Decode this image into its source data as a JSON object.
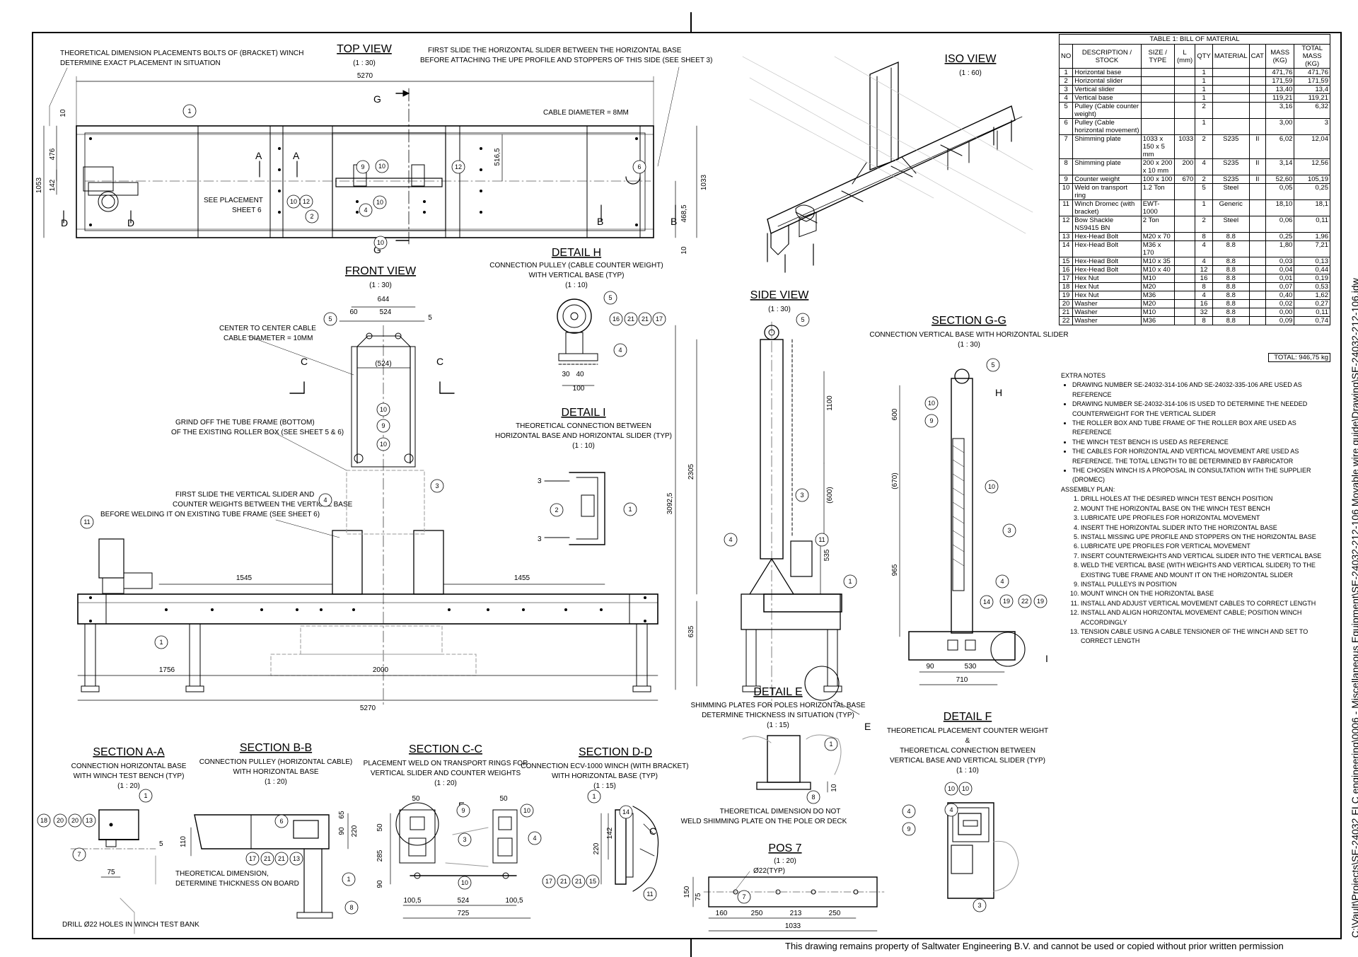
{
  "views": {
    "top": {
      "title": "TOP VIEW",
      "scale": "(1 : 30)"
    },
    "iso": {
      "title": "ISO VIEW",
      "scale": "(1 : 60)"
    },
    "front": {
      "title": "FRONT VIEW",
      "scale": "(1 : 30)"
    },
    "detail_h": {
      "title": "DETAIL H",
      "sub": "CONNECTION PULLEY (CABLE COUNTER WEIGHT)",
      "sub2": "WITH VERTICAL BASE (TYP)",
      "scale": "(1 : 10)"
    },
    "detail_i": {
      "title": "DETAIL I",
      "sub": "THEORETICAL CONNECTION BETWEEN",
      "sub2": "HORIZONTAL BASE AND HORIZONTAL SLIDER (TYP)",
      "scale": "(1 : 10)"
    },
    "side": {
      "title": "SIDE VIEW",
      "scale": "(1 : 30)"
    },
    "section_gg": {
      "title": "SECTION G-G",
      "sub": "CONNECTION VERTICAL BASE WITH HORIZONTAL SLIDER",
      "scale": "(1 : 30)"
    },
    "detail_e": {
      "title": "DETAIL E",
      "sub": "SHIMMING PLATES FOR POLES HORIZONTAL BASE",
      "sub2": "DETERMINE THICKNESS IN SITUATION (TYP)",
      "scale": "(1 : 15)"
    },
    "detail_f": {
      "title": "DETAIL F",
      "sub": "THEORETICAL PLACEMENT COUNTER WEIGHT",
      "sub2": "&",
      "sub3": "THEORETICAL CONNECTION BETWEEN",
      "sub4": "VERTICAL BASE AND VERTICAL SLIDER (TYP)",
      "scale": "(1 : 10)"
    },
    "section_aa": {
      "title": "SECTION A-A",
      "sub": "CONNECTION HORIZONTAL BASE",
      "sub2": "WITH WINCH TEST BENCH (TYP)",
      "scale": "(1 : 20)"
    },
    "section_bb": {
      "title": "SECTION B-B",
      "sub": "CONNECTION PULLEY (HORIZONTAL CABLE)",
      "sub2": "WITH HORIZONTAL BASE",
      "scale": "(1 : 20)"
    },
    "section_cc": {
      "title": "SECTION C-C",
      "sub": "PLACEMENT WELD ON TRANSPORT RINGS FOR",
      "sub2": "VERTICAL SLIDER AND COUNTER WEIGHTS",
      "scale": "(1 : 20)"
    },
    "section_dd": {
      "title": "SECTION D-D",
      "sub": "CONNECTION ECV-1000 WINCH (WITH BRACKET)",
      "sub2": "WITH HORIZONTAL BASE (TYP)",
      "scale": "(1 : 15)"
    },
    "pos7": {
      "title": "POS 7",
      "scale": "(1 : 20)"
    }
  },
  "annotations": {
    "top_note1": "THEORETICAL DIMENSION PLACEMENTS BOLTS OF (BRACKET) WINCH",
    "top_note2": "DETERMINE EXACT PLACEMENT IN SITUATION",
    "top_note3": "FIRST SLIDE THE HORIZONTAL SLIDER BETWEEN THE HORIZONTAL BASE",
    "top_note4": "BEFORE ATTACHING THE UPE PROFILE AND STOPPERS OF THIS SIDE (SEE SHEET 3)",
    "cable_8": "CABLE DIAMETER = 8MM",
    "see_placement": "SEE PLACEMENT",
    "sheet6": "SHEET 6",
    "center_cable": "CENTER TO CENTER CABLE",
    "cable_10": "CABLE DIAMETER = 10MM",
    "grind1": "GRIND OFF THE TUBE FRAME (BOTTOM)",
    "grind2": "OF THE EXISTING ROLLER BOX (SEE SHEET 5 & 6)",
    "first_vert1": "FIRST SLIDE THE VERTICAL SLIDER AND",
    "first_vert2": "COUNTER WEIGHTS BETWEEN THE VERTICAL BASE",
    "first_vert3": "BEFORE WELDING IT ON EXISTING TUBE FRAME (SEE SHEET 6)",
    "theo_dim1": "THEORETICAL DIMENSION DO NOT",
    "theo_dim2": "WELD SHIMMING PLATE ON THE POLE OR DECK",
    "theo_board1": "THEORETICAL DIMENSION,",
    "theo_board2": "DETERMINE THICKNESS ON BOARD",
    "drill": "DRILL Ø22 HOLES IN WINCH TEST BANK",
    "pos7_hole": "Ø22(TYP)"
  },
  "dims": {
    "d5270": "5270",
    "d476": "476",
    "d1053": "1053",
    "d142": "142",
    "d10": "10",
    "d516": "516,5",
    "d1033": "1033",
    "d468": "468,5",
    "d644": "644",
    "d60": "60",
    "d524": "524",
    "d524p": "(524)",
    "d5": "5",
    "d1545": "1545",
    "d1455": "1455",
    "d635": "635",
    "d1756": "1756",
    "d2000": "2000",
    "d2305": "2305",
    "d3092": "3092,5",
    "d1100": "1100",
    "d600p": "(600)",
    "d535": "535",
    "d600": "600",
    "d670p": "(670)",
    "d965": "965",
    "d90": "90",
    "d530": "530",
    "d710": "710",
    "d30": "30",
    "d40": "40",
    "d100": "100",
    "d3": "3",
    "d75": "75",
    "d110": "110",
    "d65": "65",
    "d220": "220",
    "d50": "50",
    "d285": "285",
    "d1005": "100,5",
    "d725": "725",
    "d160": "160",
    "d250": "250",
    "d213": "213",
    "d150": "150"
  },
  "section_marks": {
    "a": "A",
    "b": "B",
    "c": "C",
    "d": "D",
    "g": "G",
    "e": "E",
    "f": "F",
    "h": "H",
    "i": "I"
  },
  "balloons": [
    "1",
    "2",
    "3",
    "4",
    "5",
    "6",
    "7",
    "8",
    "9",
    "10",
    "11",
    "12",
    "13",
    "14",
    "15",
    "16",
    "17",
    "18",
    "19",
    "20",
    "21",
    "22"
  ],
  "bom": {
    "caption": "TABLE 1: BILL OF  MATERIAL",
    "headers": [
      "NO",
      "DESCRIPTION / STOCK",
      "SIZE / TYPE",
      "L (mm)",
      "QTY",
      "MATERIAL",
      "CAT",
      "MASS (KG)",
      "TOTAL MASS (KG)"
    ],
    "rows": [
      [
        "1",
        "Horizontal base",
        "",
        "",
        "1",
        "",
        "",
        "471,76",
        "471,76"
      ],
      [
        "2",
        "Horizontal slider",
        "",
        "",
        "1",
        "",
        "",
        "171,59",
        "171,59"
      ],
      [
        "3",
        "Vertical slider",
        "",
        "",
        "1",
        "",
        "",
        "13,40",
        "13,4"
      ],
      [
        "4",
        "Vertical base",
        "",
        "",
        "1",
        "",
        "",
        "119,21",
        "119,21"
      ],
      [
        "5",
        "Pulley (Cable counter weight)",
        "",
        "",
        "2",
        "",
        "",
        "3,16",
        "6,32"
      ],
      [
        "6",
        "Pulley (Cable horizontal movement)",
        "",
        "",
        "1",
        "",
        "",
        "3,00",
        "3"
      ],
      [
        "7",
        "Shimming plate",
        "1033 x 150 x 5 mm",
        "1033",
        "2",
        "S235",
        "II",
        "6,02",
        "12,04"
      ],
      [
        "8",
        "Shimming plate",
        "200 x 200 x 10 mm",
        "200",
        "4",
        "S235",
        "II",
        "3,14",
        "12,56"
      ],
      [
        "9",
        "Counter weight",
        "100 x 100",
        "670",
        "2",
        "S235",
        "II",
        "52,60",
        "105,19"
      ],
      [
        "10",
        "Weld on transport ring",
        "1.2 Ton",
        "",
        "5",
        "Steel",
        "",
        "0,05",
        "0,25"
      ],
      [
        "11",
        "Winch Dromec (with bracket)",
        "EWT-1000",
        "",
        "1",
        "Generic",
        "",
        "18,10",
        "18,1"
      ],
      [
        "12",
        "Bow Shackle NS9415 BN",
        "2 Ton",
        "",
        "2",
        "Steel",
        "",
        "0,06",
        "0,11"
      ],
      [
        "13",
        "Hex-Head Bolt",
        "M20 x 70",
        "",
        "8",
        "8.8",
        "",
        "0,25",
        "1,96"
      ],
      [
        "14",
        "Hex-Head Bolt",
        "M36 x 170",
        "",
        "4",
        "8.8",
        "",
        "1,80",
        "7,21"
      ],
      [
        "15",
        "Hex-Head Bolt",
        "M10 x 35",
        "",
        "4",
        "8.8",
        "",
        "0,03",
        "0,13"
      ],
      [
        "16",
        "Hex-Head Bolt",
        "M10 x 40",
        "",
        "12",
        "8.8",
        "",
        "0,04",
        "0,44"
      ],
      [
        "17",
        "Hex Nut",
        "M10",
        "",
        "16",
        "8.8",
        "",
        "0,01",
        "0,19"
      ],
      [
        "18",
        "Hex Nut",
        "M20",
        "",
        "8",
        "8.8",
        "",
        "0,07",
        "0,53"
      ],
      [
        "19",
        "Hex Nut",
        "M36",
        "",
        "4",
        "8.8",
        "",
        "0,40",
        "1,62"
      ],
      [
        "20",
        "Washer",
        "M20",
        "",
        "16",
        "8.8",
        "",
        "0,02",
        "0,27"
      ],
      [
        "21",
        "Washer",
        "M10",
        "",
        "32",
        "8.8",
        "",
        "0,00",
        "0,11"
      ],
      [
        "22",
        "Washer",
        "M36",
        "",
        "8",
        "8.8",
        "",
        "0,09",
        "0,74"
      ]
    ],
    "total": "TOTAL:  946,75 kg"
  },
  "notes": {
    "extra_title": "EXTRA NOTES",
    "extra": [
      "DRAWING NUMBER SE-24032-314-106 AND SE-24032-335-106 ARE USED AS REFERENCE",
      "DRAWING NUMBER SE-24032-314-106 IS USED TO DETERMINE THE NEEDED COUNTERWEIGHT FOR THE VERTICAL SLIDER",
      "THE ROLLER BOX AND TUBE FRAME OF THE ROLLER BOX ARE USED AS REFERENCE",
      "THE WINCH TEST BENCH IS USED AS REFERENCE",
      "THE CABLES FOR HORIZONTAL AND VERTICAL MOVEMENT ARE USED AS REFERENCE. THE TOTAL LENGTH TO BE DETERMINED BY FABRICATOR",
      "THE CHOSEN WINCH IS A PROPOSAL IN CONSULTATION WITH THE SUPPLIER (DROMEC)"
    ],
    "assembly_title": "ASSEMBLY PLAN:",
    "assembly": [
      "DRILL HOLES AT THE DESIRED WINCH TEST BENCH POSITION",
      "MOUNT THE HORIZONTAL BASE ON THE WINCH TEST BENCH",
      "LUBRICATE UPE PROFILES FOR HORIZONTAL MOVEMENT",
      "INSERT THE HORIZONTAL SLIDER INTO THE HORIZONTAL BASE",
      "INSTALL MISSING UPE PROFILE AND STOPPERS ON THE HORIZONTAL BASE",
      "LUBRICATE UPE PROFILES FOR VERTICAL MOVEMENT",
      "INSERT COUNTERWEIGHTS AND VERTICAL SLIDER INTO THE VERTICAL BASE",
      "WELD THE VERTICAL BASE (WITH WEIGHTS AND VERTICAL SLIDER) TO THE EXISTING TUBE FRAME AND MOUNT IT ON THE HORIZONTAL SLIDER",
      "INSTALL PULLEYS IN POSITION",
      "MOUNT WINCH ON THE HORIZONTAL BASE",
      "INSTALL AND ADJUST VERTICAL MOVEMENT CABLES TO CORRECT LENGTH",
      "INSTALL AND ALIGN HORIZONTAL MOVEMENT CABLE; POSITION WINCH ACCORDINGLY",
      "TENSION CABLE USING A CABLE TENSIONER OF THE WINCH AND SET TO CORRECT LENGTH"
    ]
  },
  "file_path": "C:\\Vault\\Projects\\SE-24032 FLC engineering\\0006 - Miscellaneous Equipment\\SE-24032-212-106 Movable wire guide\\Drawing\\SE-24032-212-106.idw",
  "footer": "This drawing remains property of Saltwater Engineering B.V. and cannot be used or copied without prior written permission"
}
